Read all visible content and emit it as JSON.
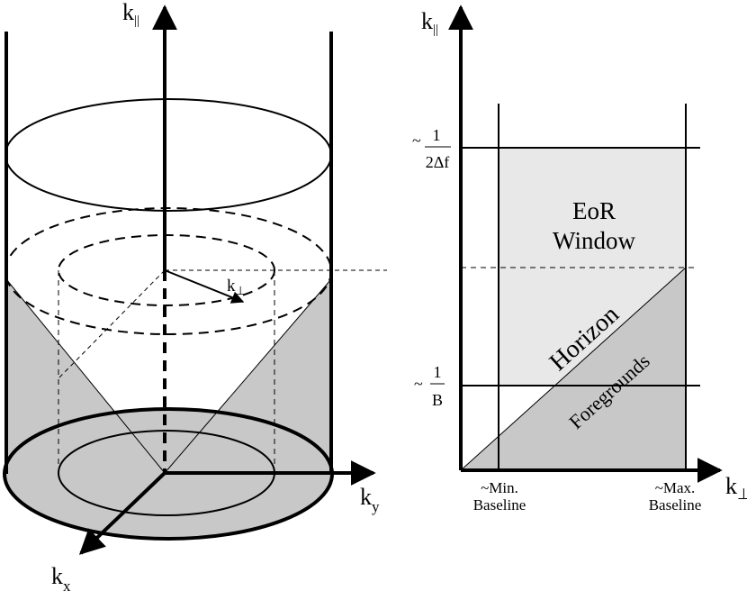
{
  "left_diagram": {
    "axis_k_parallel": "k",
    "axis_k_parallel_sub": "||",
    "axis_k_perp": "k",
    "axis_k_perp_sub": "⊥",
    "axis_ky": "k",
    "axis_ky_sub": "y",
    "axis_kx": "k",
    "axis_kx_sub": "x"
  },
  "right_diagram": {
    "axis_k_parallel": "k",
    "axis_k_parallel_sub": "||",
    "axis_k_perp": "k",
    "axis_k_perp_sub": "⊥",
    "tick_top_tilde": "~",
    "tick_top_num": "1",
    "tick_top_den": "2Δf",
    "tick_low_tilde": "~",
    "tick_low_num": "1",
    "tick_low_den": "B",
    "eor_line1": "EoR",
    "eor_line2": "Window",
    "horizon": "Horizon",
    "foregrounds": "Foregrounds",
    "min_line1": "~Min.",
    "min_line2": "Baseline",
    "max_line1": "~Max.",
    "max_line2": "Baseline"
  },
  "colors": {
    "shaded_dark": "#c8c8c8",
    "shaded_light": "#e8e8e8",
    "ink": "#000000"
  }
}
